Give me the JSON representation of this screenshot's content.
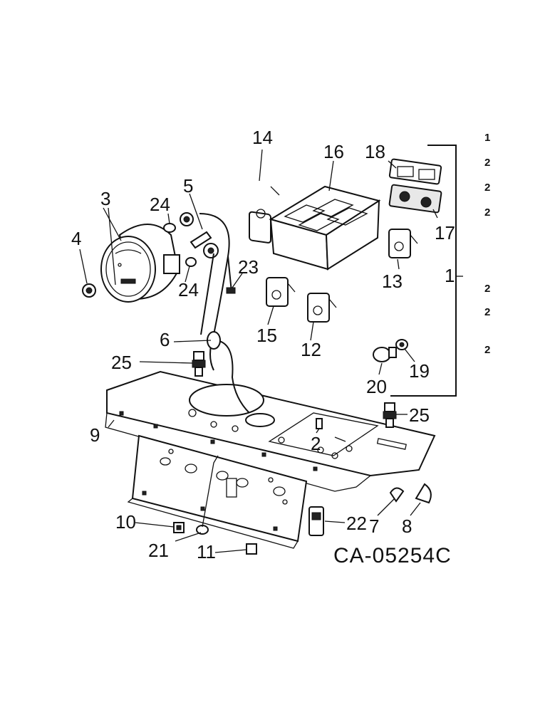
{
  "diagram": {
    "drawing_code": "CA-05254C",
    "callouts": {
      "c1": "1",
      "c2": "2",
      "c3": "3",
      "c4": "4",
      "c5": "5",
      "c6": "6",
      "c7": "7",
      "c8": "8",
      "c9": "9",
      "c10": "10",
      "c11": "11",
      "c12": "12",
      "c13": "13",
      "c14": "14",
      "c15": "15",
      "c16": "16",
      "c17": "17",
      "c18": "18",
      "c19": "19",
      "c20": "20",
      "c21": "21",
      "c22": "22",
      "c23": "23",
      "c24a": "24",
      "c24b": "24",
      "c25a": "25",
      "c25b": "25"
    },
    "side_column": [
      "1",
      "2",
      "2",
      "2",
      "2",
      "2",
      "2"
    ]
  }
}
